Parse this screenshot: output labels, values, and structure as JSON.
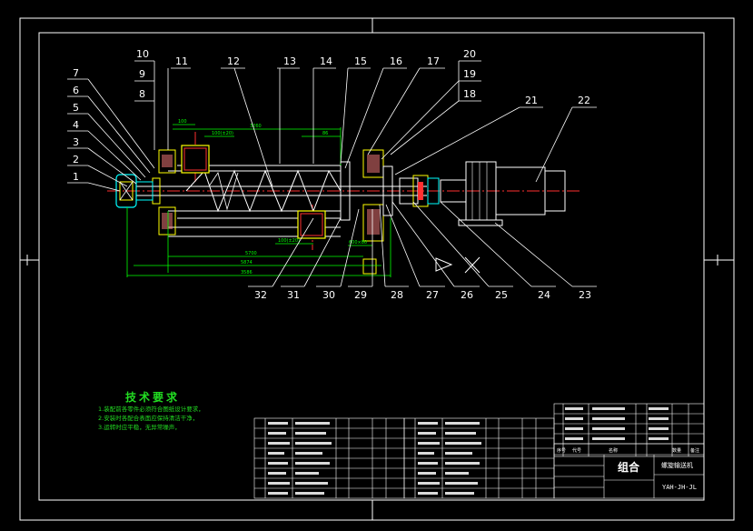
{
  "labels_top": [
    "7",
    "6",
    "5",
    "4",
    "3",
    "2",
    "1",
    "10",
    "9",
    "8",
    "11",
    "12",
    "13",
    "14",
    "15",
    "16",
    "17",
    "20",
    "19",
    "18",
    "21",
    "22"
  ],
  "labels_bottom": [
    "32",
    "31",
    "30",
    "29",
    "28",
    "27",
    "26",
    "25",
    "24",
    "23"
  ],
  "dims": {
    "d1": "100",
    "d2": "100(±20)",
    "d3": "3260",
    "d4": "86",
    "d5": "100(±20)",
    "d6": "5700",
    "d7": "5874",
    "d8": "3586",
    "d9": "600×80"
  },
  "tech_requirements": {
    "title": "技术要求",
    "lines": [
      "1.装配前各零件必须符合图纸设计要求，",
      "2.安装时各配合表面应保持清洁干净，",
      "3.运转时应平稳，无异常噪声，"
    ]
  },
  "title_block": {
    "drawing_name": "组合",
    "company": "螺旋输送机",
    "drawing_no": "YAH-JH-JL",
    "row_labels": [
      "序号",
      "代号",
      "名称",
      "数量",
      "备注"
    ]
  },
  "colors": {
    "background": "#000000",
    "frame": "#ffffff",
    "outline": "#ffffff",
    "part": "#ffff00",
    "dimension": "#00ff00",
    "centerline": "#ff3030",
    "hatch": "#ff8080",
    "accent": "#00ffff",
    "text_green": "#22dd22"
  }
}
